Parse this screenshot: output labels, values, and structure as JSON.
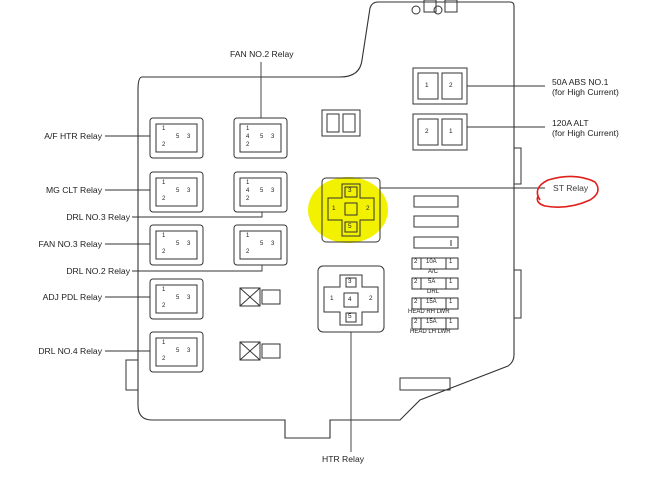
{
  "labels": {
    "fan2": "FAN NO.2 Relay",
    "af_htr": "A/F HTR Relay",
    "mg_clt": "MG CLT Relay",
    "drl3": "DRL NO.3 Relay",
    "fan3": "FAN NO.3 Relay",
    "drl2": "DRL NO.2 Relay",
    "adj_pdl": "ADJ PDL Relay",
    "drl4": "DRL NO.4 Relay",
    "htr": "HTR Relay",
    "abs_title": "50A ABS NO.1",
    "abs_note": "(for High Current)",
    "alt_title": "120A ALT",
    "alt_note": "(for High Current)",
    "st": "ST Relay"
  },
  "pins": {
    "p1": "1",
    "p2": "2",
    "p3": "3",
    "p4": "4",
    "p5": "5"
  },
  "fuses": [
    {
      "left": "2",
      "amp": "10A",
      "right": "1",
      "name": "A/C"
    },
    {
      "left": "2",
      "amp": "5A",
      "right": "1",
      "name": "DRL"
    },
    {
      "left": "2",
      "amp": "15A",
      "right": "1",
      "name": "HEAD RH LWR"
    },
    {
      "left": "2",
      "amp": "15A",
      "right": "1",
      "name": "HEAD LH LWR"
    }
  ],
  "colors": {
    "highlight": "#f2f200",
    "annotation": "#e0201a",
    "outline": "#333333"
  }
}
